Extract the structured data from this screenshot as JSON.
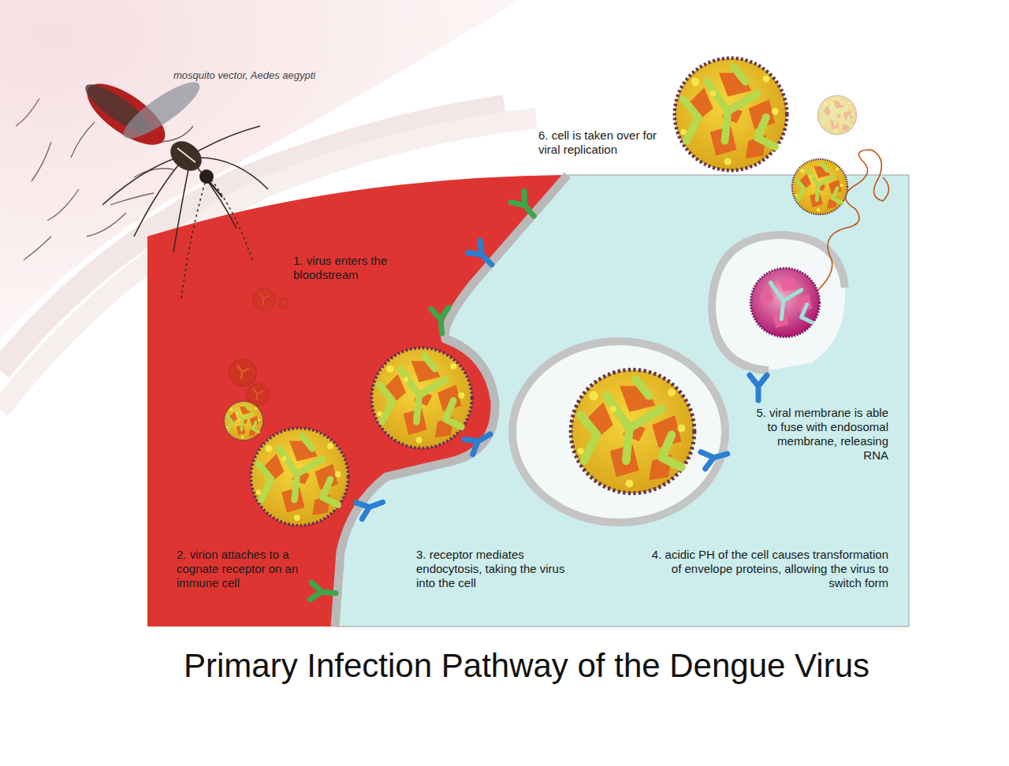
{
  "diagram": {
    "title": "Primary Infection Pathway of the Dengue Virus",
    "labels": [
      "mosquito vector, Aedes aegypti",
      "1. virus enters the bloodstream",
      "2. virion attaches to a cognate receptor on an immune cell",
      "3. receptor mediates endocytosis, taking the virus into the cell",
      "4. acidic PH of the cell causes transformation of envelope proteins, allowing the virus to switch form",
      "5. viral membrane is able to fuse with endosomal membrane, releasing RNA",
      "6. cell is taken over for viral replication"
    ]
  }
}
